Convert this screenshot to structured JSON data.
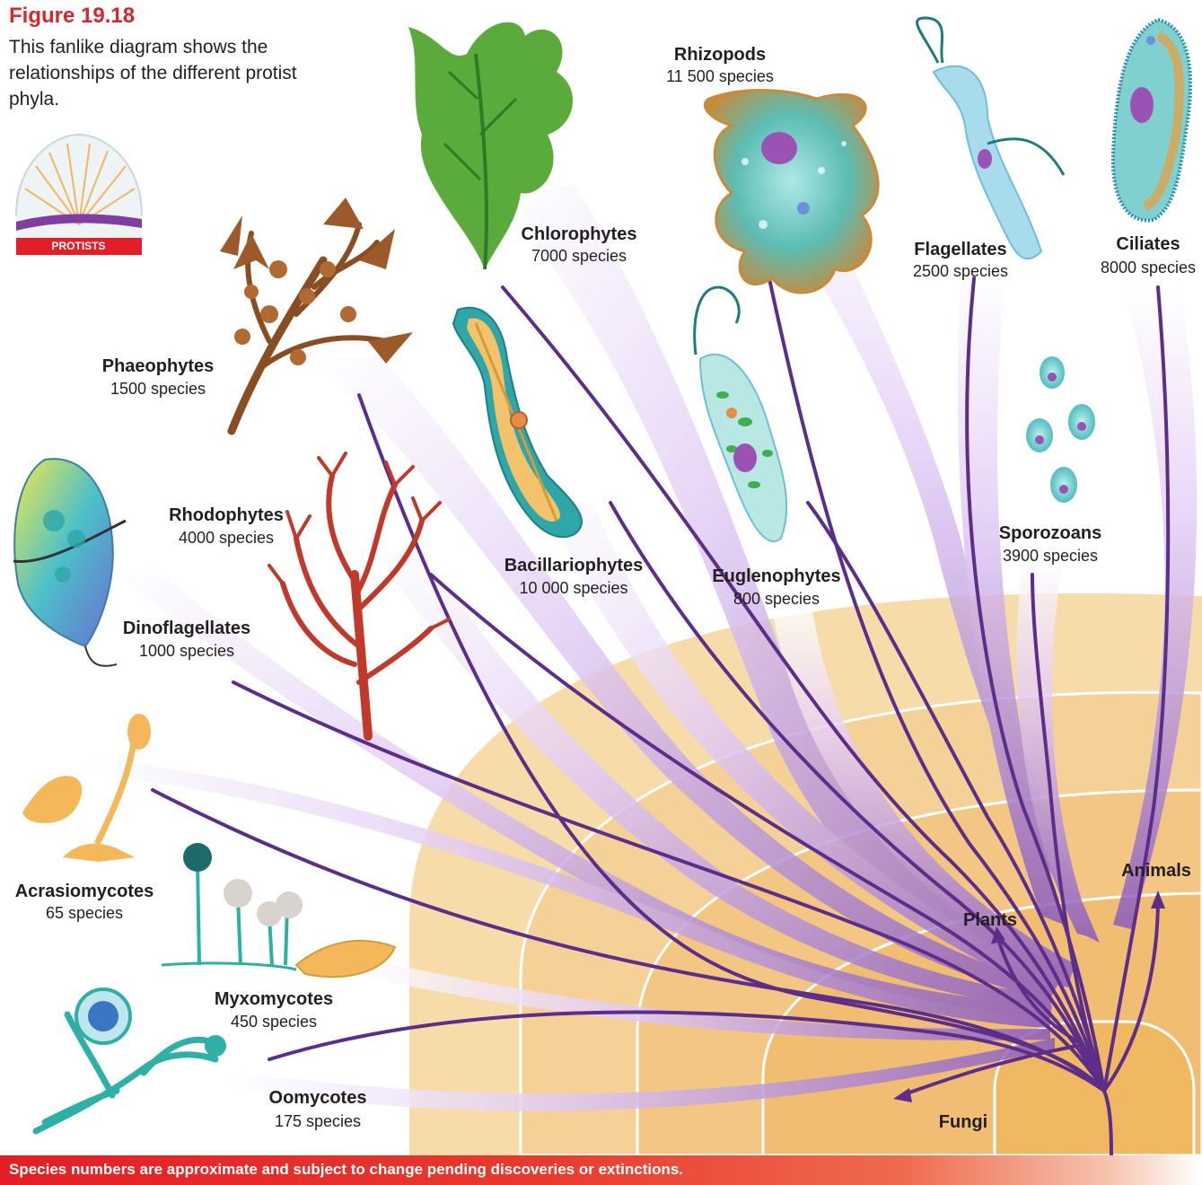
{
  "figure": {
    "title": "Figure 19.18",
    "caption": "This fanlike diagram shows the relationships of the different protist phyla."
  },
  "badge": {
    "label": "PROTISTS"
  },
  "phyla": [
    {
      "name": "Rhizopods",
      "species": "11 500 species"
    },
    {
      "name": "Chlorophytes",
      "species": "7000 species"
    },
    {
      "name": "Flagellates",
      "species": "2500 species"
    },
    {
      "name": "Ciliates",
      "species": "8000 species"
    },
    {
      "name": "Phaeophytes",
      "species": "1500 species"
    },
    {
      "name": "Rhodophytes",
      "species": "4000 species"
    },
    {
      "name": "Bacillariophytes",
      "species": "10 000 species"
    },
    {
      "name": "Euglenophytes",
      "species": "800 species"
    },
    {
      "name": "Sporozoans",
      "species": "3900 species"
    },
    {
      "name": "Dinoflagellates",
      "species": "1000 species"
    },
    {
      "name": "Acrasiomycotes",
      "species": "65 species"
    },
    {
      "name": "Myxomycotes",
      "species": "450 species"
    },
    {
      "name": "Oomycotes",
      "species": "175 species"
    }
  ],
  "kingdoms": {
    "animals": "Animals",
    "plants": "Plants",
    "fungi": "Fungi"
  },
  "footer": "Species numbers are approximate and subject to change pending discoveries or extinctions.",
  "colors": {
    "title": "#d7262e",
    "branch": "#5c2e8a",
    "fan_light": "#efd8ff",
    "arc_outer": "#f7dcaa",
    "arc_inner": "#f0b860",
    "footer": "#e41e26"
  }
}
